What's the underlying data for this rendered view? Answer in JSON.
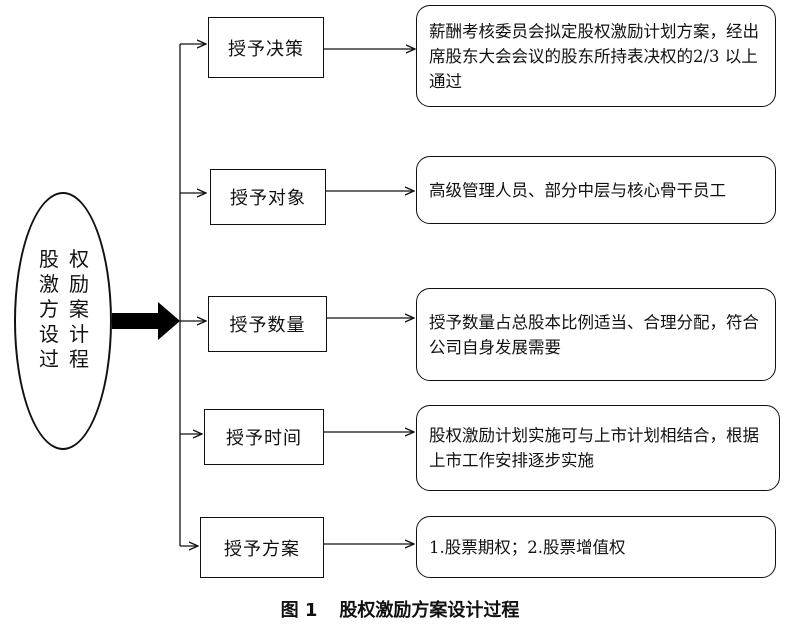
{
  "left_node": {
    "column_right": "权励案计程",
    "column_left": "股激方设过"
  },
  "steps": [
    {
      "label": "授予决策",
      "description": "薪酬考核委员会拟定股权激励计划方案，经出席股东大会会议的股东所持表决权的2/3 以上通过"
    },
    {
      "label": "授予对象",
      "description": "高级管理人员、部分中层与核心骨干员工"
    },
    {
      "label": "授予数量",
      "description": "授予数量占总股本比例适当、合理分配，符合公司自身发展需要"
    },
    {
      "label": "授予时间",
      "description": "股权激励计划实施可与上市计划相结合，根据上市工作安排逐步实施"
    },
    {
      "label": "授予方案",
      "description": "1.股票期权；2.股票增值权"
    }
  ],
  "caption": {
    "number": "图 1",
    "title": "股权激励方案设计过程"
  }
}
